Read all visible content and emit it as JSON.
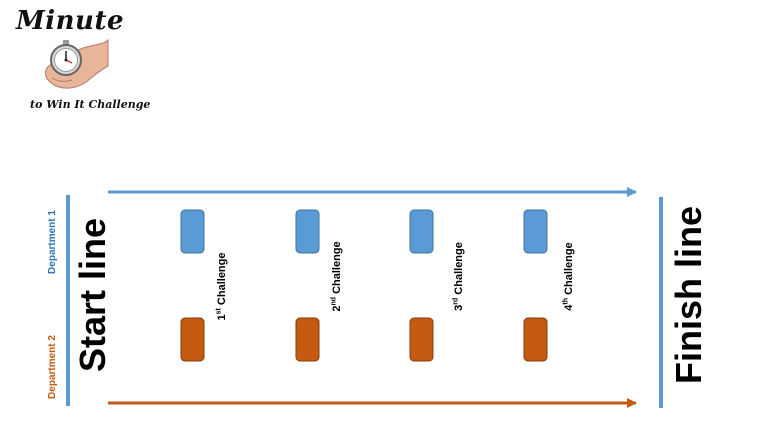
{
  "logo": {
    "title": "Minute",
    "subtitle": "to Win It Challenge",
    "icon": "stopwatch-in-hand-icon"
  },
  "colors": {
    "department1": "#5b9bd5",
    "department2": "#c55a11"
  },
  "start_label": "Start line",
  "finish_label": "Finish line",
  "departments": [
    {
      "label": "Department 1"
    },
    {
      "label": "Department 2"
    }
  ],
  "challenges": [
    {
      "ordinal": "1",
      "suffix": "st",
      "text": "Challenge"
    },
    {
      "ordinal": "2",
      "suffix": "nd",
      "text": "Challenge"
    },
    {
      "ordinal": "3",
      "suffix": "rd",
      "text": "Challenge"
    },
    {
      "ordinal": "4",
      "suffix": "th",
      "text": "Challenge"
    }
  ]
}
